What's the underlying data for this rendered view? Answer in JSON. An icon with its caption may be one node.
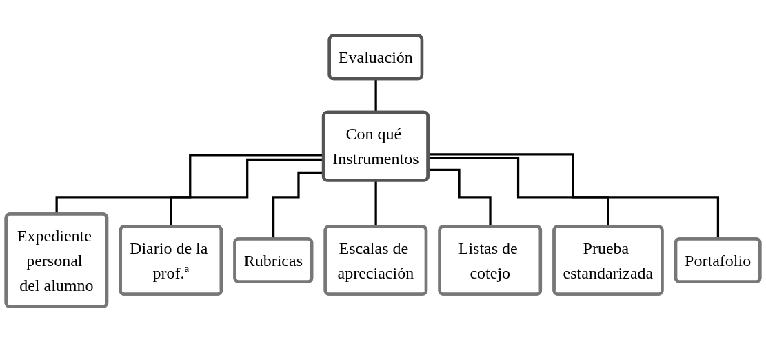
{
  "diagram": {
    "nodes": [
      {
        "text": [
          "Evaluación"
        ]
      },
      {
        "text": [
          "Con qué Instrumentos"
        ]
      },
      {
        "text": [
          "Expediente personal del alumno"
        ]
      },
      {
        "text": [
          "Diario de la prof.ª"
        ]
      },
      {
        "text": [
          "Rubricas"
        ]
      },
      {
        "text": [
          "Escalas de apreciación"
        ]
      },
      {
        "text": [
          "Listas de cotejo"
        ]
      },
      {
        "text": [
          "Prueba estandarizada"
        ]
      },
      {
        "text": [
          "Portafolio"
        ]
      }
    ],
    "edges": [
      {
        "from": 0,
        "to": 1,
        "arrow": "none"
      },
      {
        "from": 1,
        "to": 2,
        "arrow": "none"
      },
      {
        "from": 1,
        "to": 3,
        "arrow": "none"
      },
      {
        "from": 1,
        "to": 4,
        "arrow": "none"
      },
      {
        "from": 1,
        "to": 5,
        "arrow": "none"
      },
      {
        "from": 1,
        "to": 6,
        "arrow": "none"
      },
      {
        "from": 1,
        "to": 7,
        "arrow": "none"
      },
      {
        "from": 1,
        "to": 8,
        "arrow": "none"
      }
    ]
  }
}
